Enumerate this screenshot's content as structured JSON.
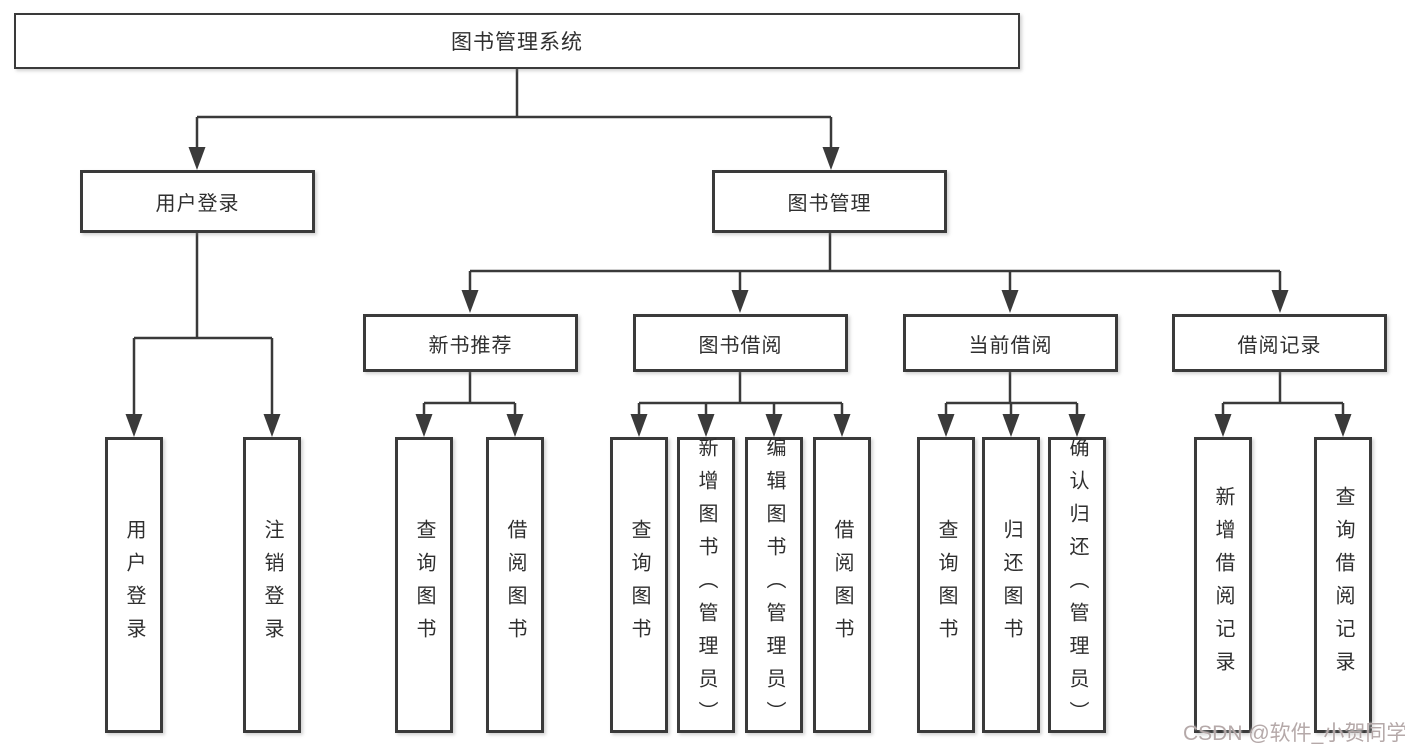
{
  "tree": {
    "root": {
      "label": "图书管理系统",
      "children": [
        {
          "label": "用户登录",
          "children": [
            {
              "label": "用户登录"
            },
            {
              "label": "注销登录"
            }
          ]
        },
        {
          "label": "图书管理",
          "children": [
            {
              "label": "新书推荐",
              "children": [
                {
                  "label": "查询图书"
                },
                {
                  "label": "借阅图书"
                }
              ]
            },
            {
              "label": "图书借阅",
              "children": [
                {
                  "label": "查询图书"
                },
                {
                  "label": "新增图书（管理员）"
                },
                {
                  "label": "编辑图书（管理员）"
                },
                {
                  "label": "借阅图书"
                }
              ]
            },
            {
              "label": "当前借阅",
              "children": [
                {
                  "label": "查询图书"
                },
                {
                  "label": "归还图书"
                },
                {
                  "label": "确认归还（管理员）"
                }
              ]
            },
            {
              "label": "借阅记录",
              "children": [
                {
                  "label": "新增借阅记录"
                },
                {
                  "label": "查询借阅记录"
                }
              ]
            }
          ]
        }
      ]
    }
  },
  "watermark": {
    "text": "CSDN @软件_小贺同学"
  },
  "colors": {
    "line": "#3a3a3a",
    "box_border": "#3a3a3a",
    "text": "#2f2f2f",
    "watermark": "#b5a9a9"
  }
}
